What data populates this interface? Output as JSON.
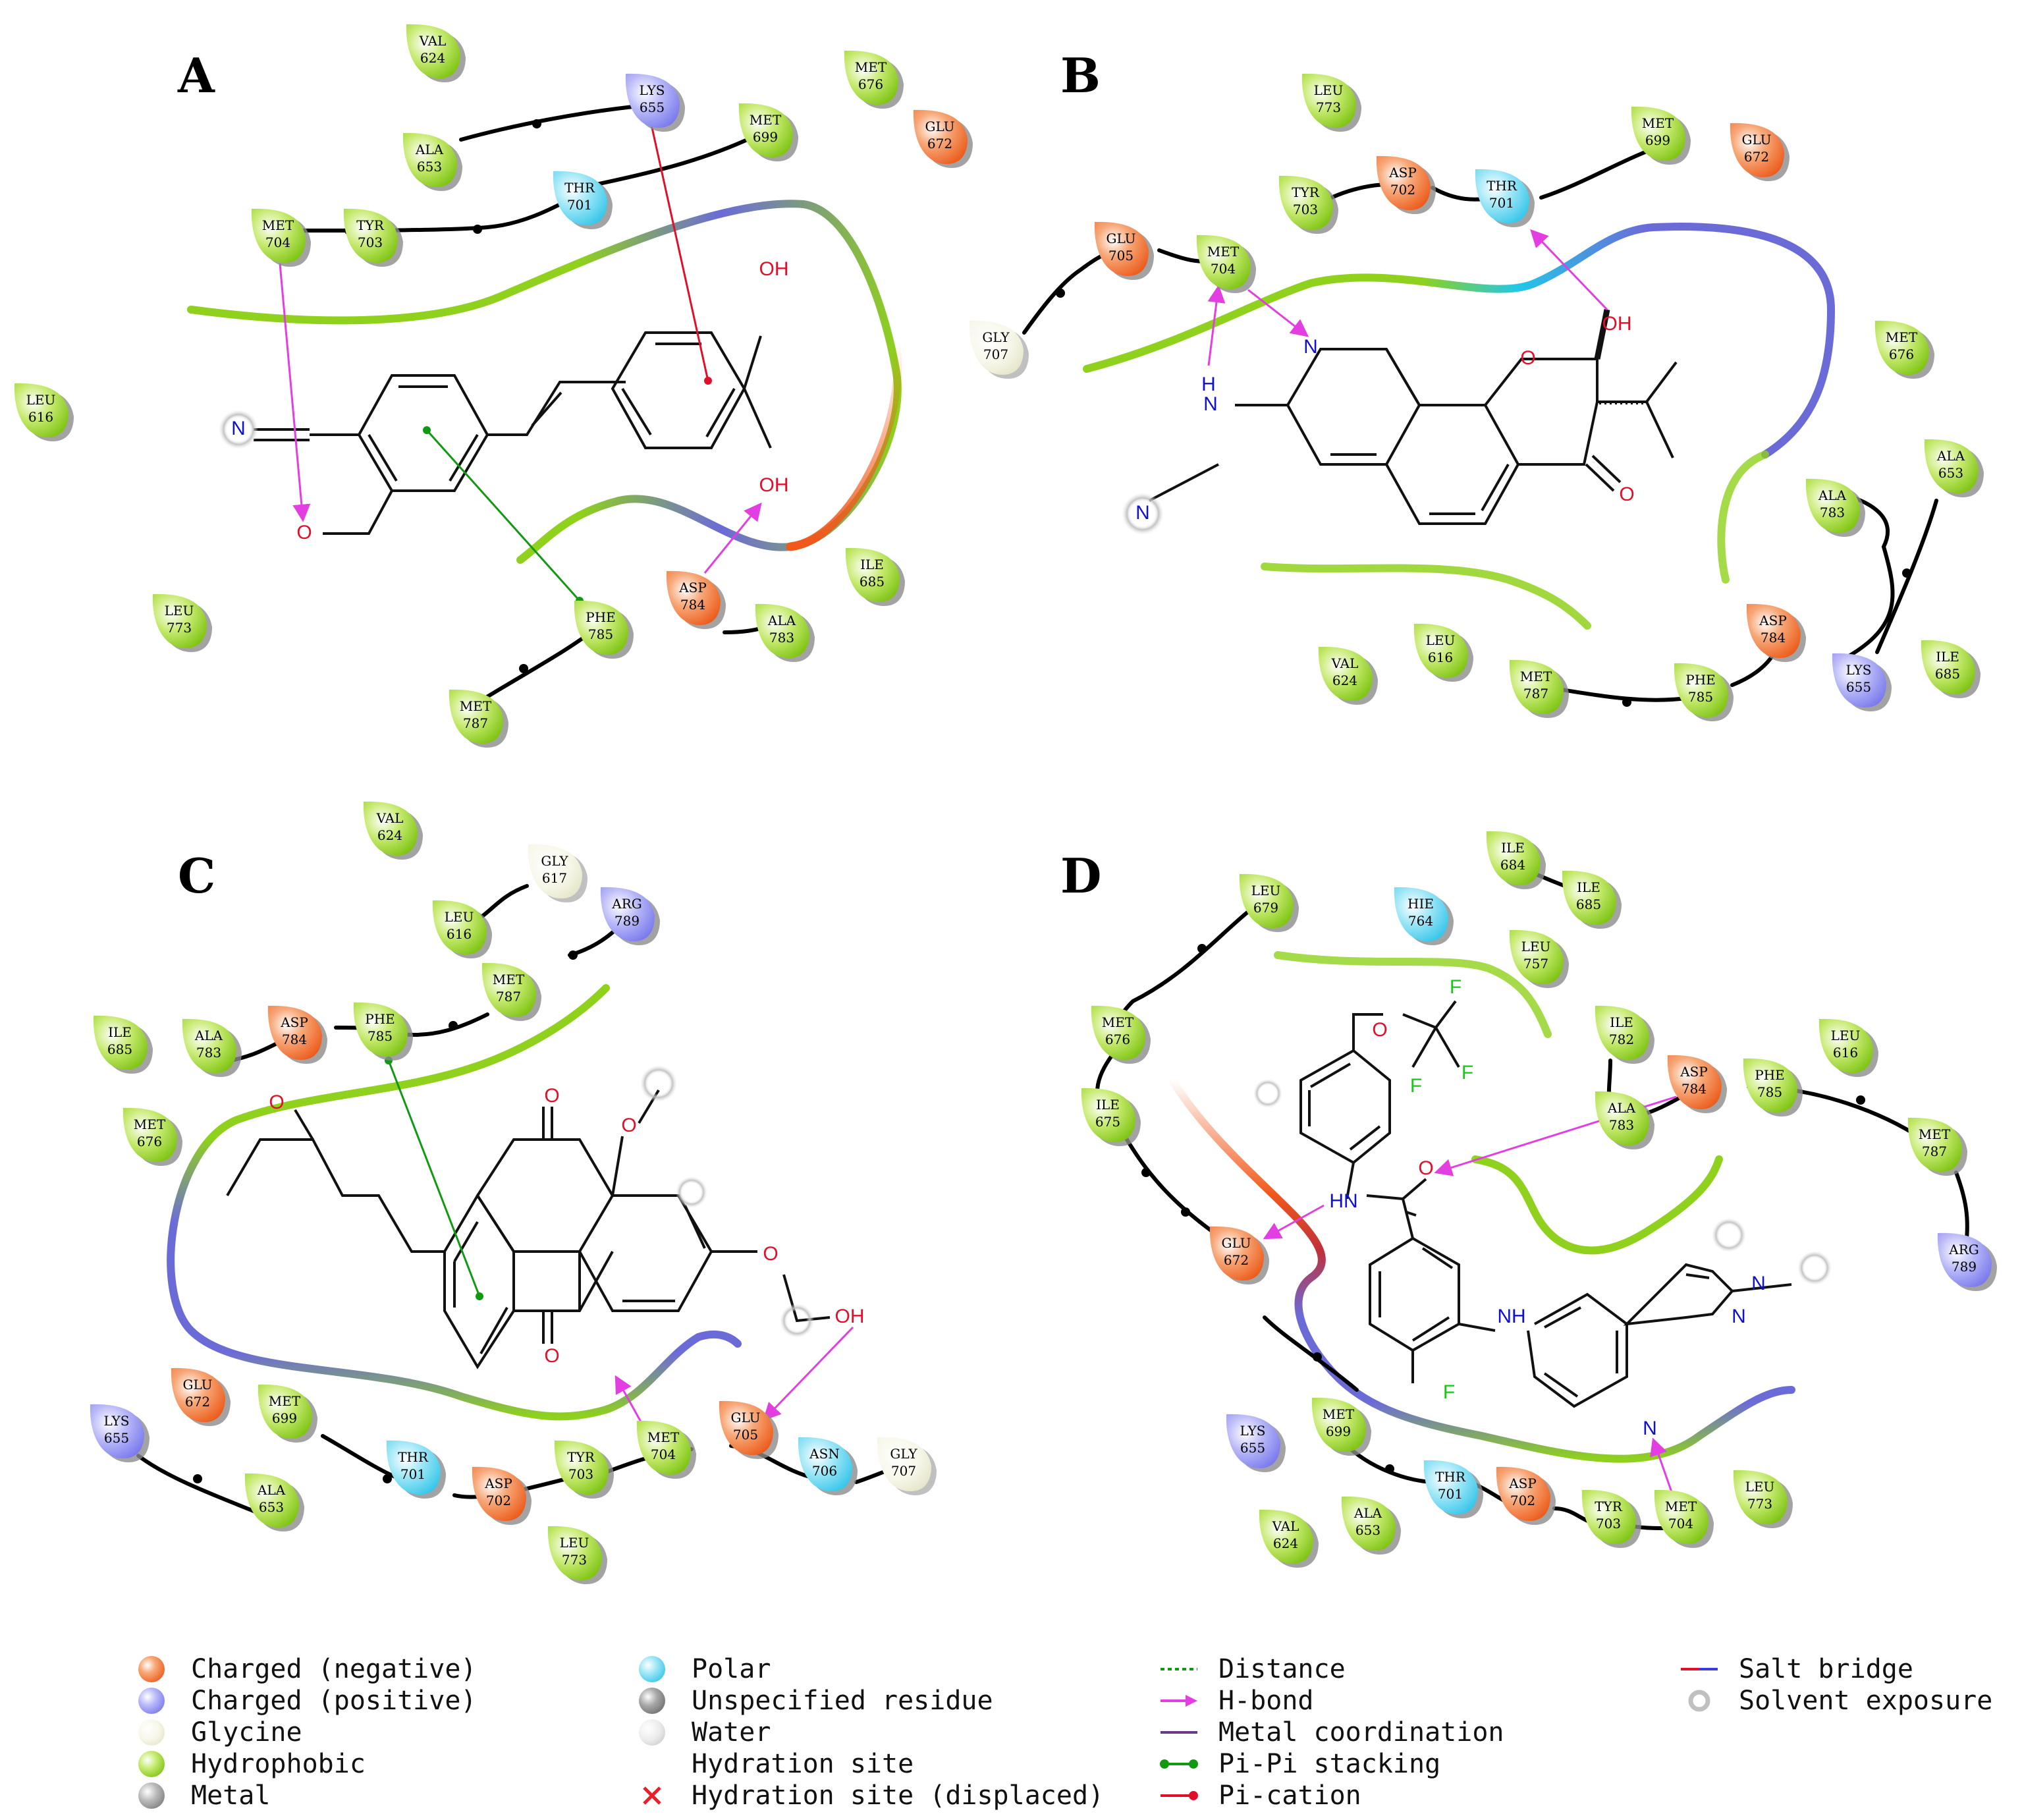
{
  "colors": {
    "negative": "#f06a2a",
    "positive": "#8c8cf2",
    "glycine": "#f4f4e2",
    "hydrophobic": "#8fd11c",
    "metal": "#9a9a9a",
    "polar": "#5fd6f0",
    "unspecified": "#8a8a8a",
    "water": "#e2e2e2",
    "hbond": "#e23ee2",
    "pipi": "#119911",
    "pication": "#e0102a"
  },
  "panels": [
    {
      "id": "A",
      "label": "A",
      "residues": [
        {
          "name": "VAL",
          "num": "624",
          "type": "hydrophobic"
        },
        {
          "name": "LYS",
          "num": "655",
          "type": "positive"
        },
        {
          "name": "MET",
          "num": "676",
          "type": "hydrophobic"
        },
        {
          "name": "ALA",
          "num": "653",
          "type": "hydrophobic"
        },
        {
          "name": "MET",
          "num": "699",
          "type": "hydrophobic"
        },
        {
          "name": "GLU",
          "num": "672",
          "type": "negative"
        },
        {
          "name": "THR",
          "num": "701",
          "type": "polar"
        },
        {
          "name": "MET",
          "num": "704",
          "type": "hydrophobic"
        },
        {
          "name": "TYR",
          "num": "703",
          "type": "hydrophobic"
        },
        {
          "name": "LEU",
          "num": "616",
          "type": "hydrophobic"
        },
        {
          "name": "LEU",
          "num": "773",
          "type": "hydrophobic"
        },
        {
          "name": "ILE",
          "num": "685",
          "type": "hydrophobic"
        },
        {
          "name": "PHE",
          "num": "785",
          "type": "hydrophobic"
        },
        {
          "name": "ASP",
          "num": "784",
          "type": "negative"
        },
        {
          "name": "ALA",
          "num": "783",
          "type": "hydrophobic"
        },
        {
          "name": "MET",
          "num": "787",
          "type": "hydrophobic"
        }
      ],
      "atoms": [
        "OH",
        "OH",
        "N",
        "O"
      ]
    },
    {
      "id": "B",
      "label": "B",
      "residues": [
        {
          "name": "LEU",
          "num": "773",
          "type": "hydrophobic"
        },
        {
          "name": "MET",
          "num": "699",
          "type": "hydrophobic"
        },
        {
          "name": "GLU",
          "num": "672",
          "type": "negative"
        },
        {
          "name": "TYR",
          "num": "703",
          "type": "hydrophobic"
        },
        {
          "name": "ASP",
          "num": "702",
          "type": "negative"
        },
        {
          "name": "THR",
          "num": "701",
          "type": "polar"
        },
        {
          "name": "GLU",
          "num": "705",
          "type": "negative"
        },
        {
          "name": "MET",
          "num": "704",
          "type": "hydrophobic"
        },
        {
          "name": "GLY",
          "num": "707",
          "type": "glycine"
        },
        {
          "name": "MET",
          "num": "676",
          "type": "hydrophobic"
        },
        {
          "name": "ALA",
          "num": "653",
          "type": "hydrophobic"
        },
        {
          "name": "ALA",
          "num": "783",
          "type": "hydrophobic"
        },
        {
          "name": "ASP",
          "num": "784",
          "type": "negative"
        },
        {
          "name": "VAL",
          "num": "624",
          "type": "hydrophobic"
        },
        {
          "name": "LEU",
          "num": "616",
          "type": "hydrophobic"
        },
        {
          "name": "MET",
          "num": "787",
          "type": "hydrophobic"
        },
        {
          "name": "PHE",
          "num": "785",
          "type": "hydrophobic"
        },
        {
          "name": "LYS",
          "num": "655",
          "type": "positive"
        },
        {
          "name": "ILE",
          "num": "685",
          "type": "hydrophobic"
        }
      ],
      "atoms": [
        "N",
        "H",
        "N",
        "N",
        "O",
        "OH",
        "O"
      ]
    },
    {
      "id": "C",
      "label": "C",
      "residues": [
        {
          "name": "VAL",
          "num": "624",
          "type": "hydrophobic"
        },
        {
          "name": "GLY",
          "num": "617",
          "type": "glycine"
        },
        {
          "name": "LEU",
          "num": "616",
          "type": "hydrophobic"
        },
        {
          "name": "ARG",
          "num": "789",
          "type": "positive"
        },
        {
          "name": "MET",
          "num": "787",
          "type": "hydrophobic"
        },
        {
          "name": "ILE",
          "num": "685",
          "type": "hydrophobic"
        },
        {
          "name": "ALA",
          "num": "783",
          "type": "hydrophobic"
        },
        {
          "name": "ASP",
          "num": "784",
          "type": "negative"
        },
        {
          "name": "PHE",
          "num": "785",
          "type": "hydrophobic"
        },
        {
          "name": "MET",
          "num": "676",
          "type": "hydrophobic"
        },
        {
          "name": "LYS",
          "num": "655",
          "type": "positive"
        },
        {
          "name": "GLU",
          "num": "672",
          "type": "negative"
        },
        {
          "name": "MET",
          "num": "699",
          "type": "hydrophobic"
        },
        {
          "name": "ALA",
          "num": "653",
          "type": "hydrophobic"
        },
        {
          "name": "THR",
          "num": "701",
          "type": "polar"
        },
        {
          "name": "ASP",
          "num": "702",
          "type": "negative"
        },
        {
          "name": "TYR",
          "num": "703",
          "type": "hydrophobic"
        },
        {
          "name": "MET",
          "num": "704",
          "type": "hydrophobic"
        },
        {
          "name": "GLU",
          "num": "705",
          "type": "negative"
        },
        {
          "name": "ASN",
          "num": "706",
          "type": "polar"
        },
        {
          "name": "GLY",
          "num": "707",
          "type": "glycine"
        },
        {
          "name": "LEU",
          "num": "773",
          "type": "hydrophobic"
        }
      ],
      "atoms": [
        "O",
        "O",
        "O",
        "O",
        "OH",
        "O"
      ]
    },
    {
      "id": "D",
      "label": "D",
      "residues": [
        {
          "name": "ILE",
          "num": "684",
          "type": "hydrophobic"
        },
        {
          "name": "ILE",
          "num": "685",
          "type": "hydrophobic"
        },
        {
          "name": "LEU",
          "num": "679",
          "type": "hydrophobic"
        },
        {
          "name": "HIE",
          "num": "764",
          "type": "polar"
        },
        {
          "name": "LEU",
          "num": "757",
          "type": "hydrophobic"
        },
        {
          "name": "MET",
          "num": "676",
          "type": "hydrophobic"
        },
        {
          "name": "ILE",
          "num": "782",
          "type": "hydrophobic"
        },
        {
          "name": "LEU",
          "num": "616",
          "type": "hydrophobic"
        },
        {
          "name": "ASP",
          "num": "784",
          "type": "negative"
        },
        {
          "name": "PHE",
          "num": "785",
          "type": "hydrophobic"
        },
        {
          "name": "ILE",
          "num": "675",
          "type": "hydrophobic"
        },
        {
          "name": "ALA",
          "num": "783",
          "type": "hydrophobic"
        },
        {
          "name": "MET",
          "num": "787",
          "type": "hydrophobic"
        },
        {
          "name": "GLU",
          "num": "672",
          "type": "negative"
        },
        {
          "name": "ARG",
          "num": "789",
          "type": "positive"
        },
        {
          "name": "LYS",
          "num": "655",
          "type": "positive"
        },
        {
          "name": "MET",
          "num": "699",
          "type": "hydrophobic"
        },
        {
          "name": "THR",
          "num": "701",
          "type": "polar"
        },
        {
          "name": "ASP",
          "num": "702",
          "type": "negative"
        },
        {
          "name": "TYR",
          "num": "703",
          "type": "hydrophobic"
        },
        {
          "name": "MET",
          "num": "704",
          "type": "hydrophobic"
        },
        {
          "name": "LEU",
          "num": "773",
          "type": "hydrophobic"
        },
        {
          "name": "VAL",
          "num": "624",
          "type": "hydrophobic"
        },
        {
          "name": "ALA",
          "num": "653",
          "type": "hydrophobic"
        }
      ],
      "atoms": [
        "O",
        "F",
        "F",
        "F",
        "HN",
        "O",
        "NH",
        "F",
        "N",
        "N",
        "N"
      ]
    }
  ],
  "legend": {
    "col1": [
      "Charged (negative)",
      "Charged (positive)",
      "Glycine",
      "Hydrophobic",
      "Metal"
    ],
    "col2": [
      "Polar",
      "Unspecified residue",
      "Water",
      "Hydration site",
      "Hydration site (displaced)"
    ],
    "col3": [
      "Distance",
      "H-bond",
      "Metal coordination",
      "Pi-Pi stacking",
      "Pi-cation"
    ],
    "col4": [
      "Salt bridge",
      "Solvent exposure"
    ]
  }
}
